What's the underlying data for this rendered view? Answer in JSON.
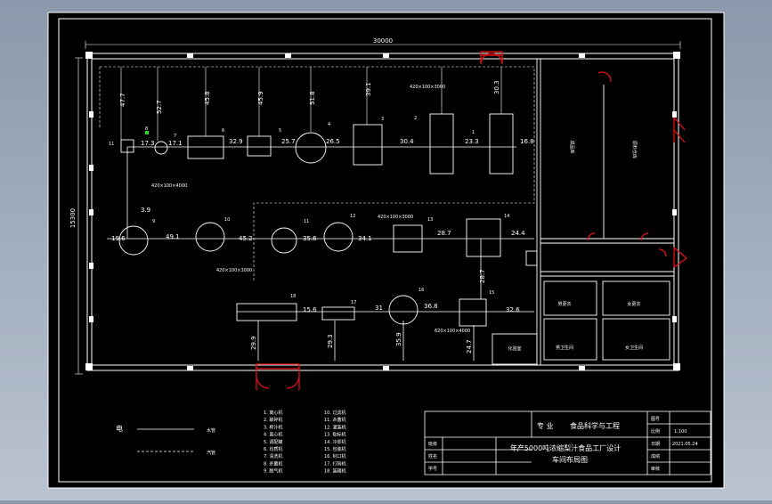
{
  "drawing": {
    "total_width": "30000",
    "total_height": "15300",
    "pipe_spec_top": "420×100×3000",
    "pipe_spec_left": "420×100×4000",
    "pipe_spec_mid": "420×100×3000",
    "pipe_spec_mid2": "420×100×3000",
    "pipe_spec_low": "620×100×4000",
    "rooms": {
      "r1": "成品库",
      "r2": "原料仓库",
      "r3": "男更衣",
      "r4": "女更衣",
      "r5": "男卫生间",
      "r6": "女卫生间",
      "r7": "化验室"
    },
    "equipment_labels": [
      "11",
      "7",
      "8",
      "6",
      "5",
      "4",
      "3",
      "2",
      "1",
      "9",
      "10",
      "11",
      "12",
      "13",
      "14",
      "18",
      "17",
      "16",
      "15"
    ],
    "dims_top": [
      "47.7",
      "52.7",
      "45.8",
      "45.9",
      "51.8",
      "39.1",
      "30.3"
    ],
    "dims_row1": [
      "17.3",
      "17.1",
      "32.9",
      "25.7",
      "26.5",
      "30.4",
      "23.3",
      "16.8"
    ],
    "dims_row2": [
      "3.9",
      "19.6",
      "49.1",
      "45.2",
      "35.6",
      "34.1",
      "28.7",
      "24.4"
    ],
    "dims_row3": [
      "15.6",
      "31",
      "36.8",
      "32.6",
      "28.7"
    ],
    "dims_bottom": [
      "29.9",
      "29.3",
      "35.9",
      "24.7"
    ]
  },
  "legend": {
    "line1": "电",
    "line1_label": "水管",
    "line2_label": "汽管"
  },
  "equipment_list": {
    "col1": [
      "1. 离心机",
      "2. 破碎机",
      "3. 榨汁机",
      "4. 离心机",
      "5. 调配罐",
      "6. 均质机",
      "7. 清洗机",
      "8. 杀菌机",
      "9. 脱气机"
    ],
    "col2": [
      "10. 过滤机",
      "11. 杀菌机",
      "12. 灌装机",
      "13. 贴标机",
      "14. 冷却机",
      "15. 包装机",
      "16. 封口机",
      "17. 打码机",
      "18. 装箱机"
    ]
  },
  "title_block": {
    "major_label": "专 业",
    "major_value": "食品科学与工程",
    "drawing_no_label": "图号",
    "scale_label": "比例",
    "scale_value": "1:100",
    "date_label": "日期",
    "date_value": "2021.05.24",
    "grade_label": "成绩",
    "review_label": "审核",
    "class_label": "班级",
    "name_label": "姓名",
    "id_label": "学号",
    "title_line1": "年产5000吨浓缩梨汁食品工厂设计",
    "title_line2": "车间布局图"
  },
  "colors": {
    "background": "#000000",
    "line": "#ffffff",
    "door": "#e01010",
    "marker": "#20e020"
  }
}
